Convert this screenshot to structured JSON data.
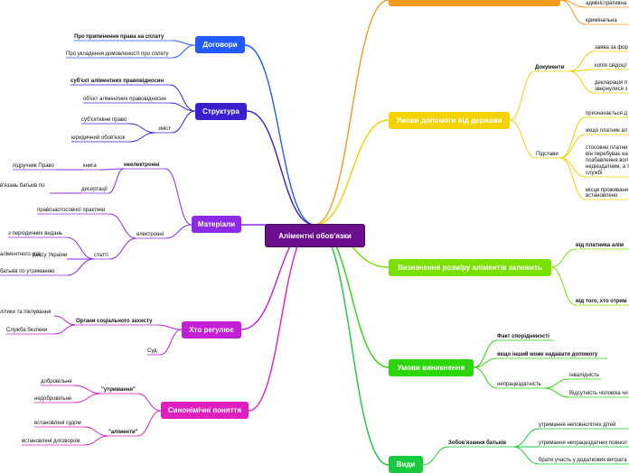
{
  "central": "Аліментні обов'язки",
  "branches": {
    "dogovory": {
      "label": "Договори",
      "color": "#1f5bff"
    },
    "struktura": {
      "label": "Структура",
      "color": "#3a1fd0"
    },
    "materialy": {
      "label": "Матеріали",
      "color": "#8b2be8"
    },
    "hto": {
      "label": "Хто регулює",
      "color": "#c21fd6"
    },
    "synonimy": {
      "label": "Синонімічні поняття",
      "color": "#e01fc0"
    },
    "umovy_derzh": {
      "label": "Умови допомоги від держави",
      "color": "#f2d200"
    },
    "rozmir": {
      "label": "Визначення розміру аліментів залежить",
      "color": "#7ae000"
    },
    "vynyknennya": {
      "label": "Умови виникнення",
      "color": "#2cd60a"
    },
    "vydy": {
      "label": "Види",
      "color": "#19c93c"
    },
    "top": {
      "label": "",
      "color": "#f59a1a"
    }
  },
  "labels": {
    "dog1": "Про припинення права на сплату",
    "dog2": "Про укладення домовленості про сплату",
    "str1": "суб'єкт аліментних правовідносин",
    "str2": "об'єкт аліментних правовідносин",
    "str3": "суб'єктивне право",
    "str4": "зміст",
    "str5": "юридичний обов'язок",
    "mat1": "неелектронні",
    "mat2": "книга",
    "mat3": "підручник Право",
    "mat4": "дисертації",
    "mat5": "в'язань батьків по",
    "mat6": "правозастосовчої практики",
    "mat7": "електронні",
    "mat8": "з періодичних видань",
    "mat9": "статті",
    "mat10": "аліментного код",
    "mat11": "дексу України",
    "mat12": "батьків по утриманню",
    "hto1": "Органи соціального захисту",
    "hto2": "літики та піклування",
    "hto3": "Служба безпеки",
    "hto4": "Суд",
    "syn1": "\"утримання\"",
    "syn2": "добровільне",
    "syn3": "недобровільне",
    "syn4": "\"аліменти\"",
    "syn5": "встановлені судом",
    "syn6": "встановлені договором",
    "top1": "адміністративна",
    "top2": "кримінальна",
    "ud1": "Документи",
    "ud2": "заява за фор",
    "ud3": "копія свідоцт",
    "ud4": "декларація п",
    "ud5": "звернулися з",
    "ud6": "Підстави",
    "ud7": "призначається д",
    "ud8": "якщо платник ал",
    "ud9": "стосовно платни",
    "ud10": "він перебуває на",
    "ud11": "позбавлення вол",
    "ud12": "недіездатним, а т",
    "ud13": "службі",
    "ud14": "місце проживанн",
    "ud15": "встановлено",
    "rz1": "від платника алім",
    "rz2": "від того, хто отрим",
    "vn1": "Факт спорідненості",
    "vn2": "якщо інший може надавати допомогу",
    "vn3": "непрацездатність",
    "vn4": "інвалідність",
    "vn5": "Відсутність чоловіка чи",
    "vd1": "Зобов'язання батьків",
    "vd2": "утримання неповнолітніх дітей",
    "vd3": "утримання непрацездатних повнол",
    "vd4": "брати участь у додаткових витрата"
  }
}
